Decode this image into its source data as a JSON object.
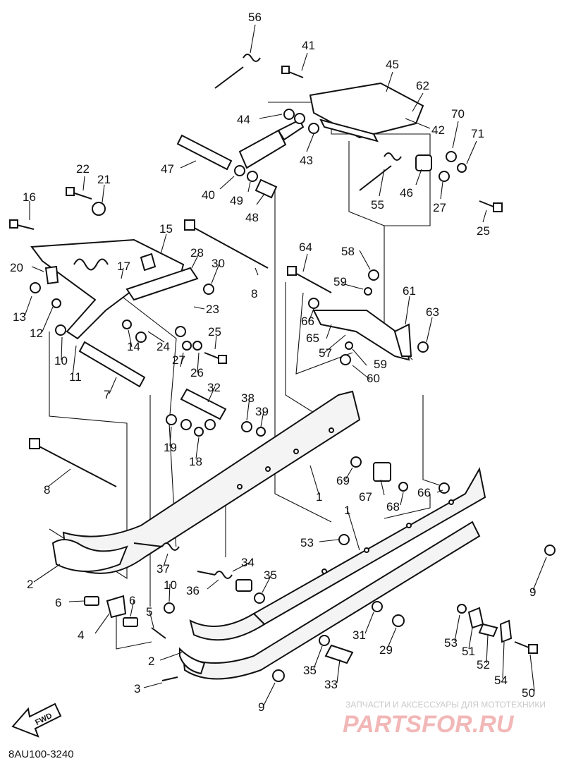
{
  "diagram": {
    "diagram_code": "8AU100-3240",
    "fwd_label": "FWD",
    "callouts": [
      {
        "id": "c1",
        "text": "56"
      },
      {
        "id": "c2",
        "text": "41"
      },
      {
        "id": "c3",
        "text": "45"
      },
      {
        "id": "c4",
        "text": "62"
      },
      {
        "id": "c5",
        "text": "44"
      },
      {
        "id": "c6",
        "text": "70"
      },
      {
        "id": "c7",
        "text": "42"
      },
      {
        "id": "c8",
        "text": "71"
      },
      {
        "id": "c9",
        "text": "43"
      },
      {
        "id": "c10",
        "text": "47"
      },
      {
        "id": "c11",
        "text": "22"
      },
      {
        "id": "c12",
        "text": "21"
      },
      {
        "id": "c13",
        "text": "40"
      },
      {
        "id": "c14",
        "text": "49"
      },
      {
        "id": "c15",
        "text": "46"
      },
      {
        "id": "c16",
        "text": "27"
      },
      {
        "id": "c17",
        "text": "16"
      },
      {
        "id": "c18",
        "text": "48"
      },
      {
        "id": "c19",
        "text": "55"
      },
      {
        "id": "c20",
        "text": "25"
      },
      {
        "id": "c21",
        "text": "15"
      },
      {
        "id": "c22",
        "text": "64"
      },
      {
        "id": "c23",
        "text": "58"
      },
      {
        "id": "c24",
        "text": "28"
      },
      {
        "id": "c25",
        "text": "20"
      },
      {
        "id": "c26",
        "text": "17"
      },
      {
        "id": "c27",
        "text": "30"
      },
      {
        "id": "c28",
        "text": "59"
      },
      {
        "id": "c29",
        "text": "8"
      },
      {
        "id": "c30",
        "text": "61"
      },
      {
        "id": "c31",
        "text": "13"
      },
      {
        "id": "c32",
        "text": "23"
      },
      {
        "id": "c33",
        "text": "63"
      },
      {
        "id": "c34",
        "text": "66"
      },
      {
        "id": "c35",
        "text": "12"
      },
      {
        "id": "c36",
        "text": "14"
      },
      {
        "id": "c37",
        "text": "24"
      },
      {
        "id": "c38",
        "text": "25"
      },
      {
        "id": "c39",
        "text": "65"
      },
      {
        "id": "c40",
        "text": "57"
      },
      {
        "id": "c41",
        "text": "59"
      },
      {
        "id": "c42",
        "text": "10"
      },
      {
        "id": "c43",
        "text": "11"
      },
      {
        "id": "c44",
        "text": "27"
      },
      {
        "id": "c45",
        "text": "26"
      },
      {
        "id": "c46",
        "text": "60"
      },
      {
        "id": "c47",
        "text": "7"
      },
      {
        "id": "c48",
        "text": "32"
      },
      {
        "id": "c49",
        "text": "38"
      },
      {
        "id": "c50",
        "text": "39"
      },
      {
        "id": "c51",
        "text": "19"
      },
      {
        "id": "c52",
        "text": "18"
      },
      {
        "id": "c53",
        "text": "69"
      },
      {
        "id": "c54",
        "text": "67"
      },
      {
        "id": "c55",
        "text": "68"
      },
      {
        "id": "c56",
        "text": "66"
      },
      {
        "id": "c57",
        "text": "8"
      },
      {
        "id": "c58",
        "text": "1"
      },
      {
        "id": "c59",
        "text": "1"
      },
      {
        "id": "c60",
        "text": "53"
      },
      {
        "id": "c61",
        "text": "9"
      },
      {
        "id": "c62",
        "text": "2"
      },
      {
        "id": "c63",
        "text": "37"
      },
      {
        "id": "c64",
        "text": "34"
      },
      {
        "id": "c65",
        "text": "35"
      },
      {
        "id": "c66",
        "text": "36"
      },
      {
        "id": "c67",
        "text": "10"
      },
      {
        "id": "c68",
        "text": "6"
      },
      {
        "id": "c69",
        "text": "6"
      },
      {
        "id": "c70",
        "text": "4"
      },
      {
        "id": "c71",
        "text": "5"
      },
      {
        "id": "c72",
        "text": "31"
      },
      {
        "id": "c73",
        "text": "53"
      },
      {
        "id": "c74",
        "text": "29"
      },
      {
        "id": "c75",
        "text": "51"
      },
      {
        "id": "c76",
        "text": "52"
      },
      {
        "id": "c77",
        "text": "54"
      },
      {
        "id": "c78",
        "text": "2"
      },
      {
        "id": "c79",
        "text": "35"
      },
      {
        "id": "c80",
        "text": "33"
      },
      {
        "id": "c81",
        "text": "50"
      },
      {
        "id": "c82",
        "text": "3"
      },
      {
        "id": "c83",
        "text": "9"
      }
    ]
  },
  "watermark": {
    "tagline": "ЗАПЧАСТИ И АКСЕССУАРЫ ДЛЯ МОТОТЕХНИКИ",
    "brand": "PARTSFOR.RU"
  }
}
